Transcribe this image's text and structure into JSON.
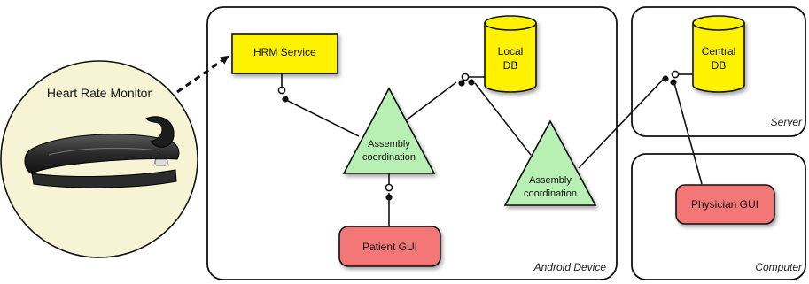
{
  "containers": {
    "android": {
      "label": "Android Device"
    },
    "server": {
      "label": "Server"
    },
    "computer": {
      "label": "Computer"
    }
  },
  "device": {
    "label": "Heart Rate Monitor"
  },
  "components": {
    "hrm_service": {
      "label": "HRM Service",
      "fill": "#FFF200"
    },
    "local_db": {
      "line1": "Local",
      "line2": "DB",
      "fill": "#FFF200"
    },
    "central_db": {
      "line1": "Central",
      "line2": "DB",
      "fill": "#FFF200"
    },
    "assembly_1": {
      "line1": "Assembly",
      "line2": "coordination",
      "fill": "#B8EFB2"
    },
    "assembly_2": {
      "line1": "Assembly",
      "line2": "coordination",
      "fill": "#B8EFB2"
    },
    "patient_gui": {
      "label": "Patient GUI",
      "fill": "#F47777"
    },
    "physician_gui": {
      "label": "Physician GUI",
      "fill": "#F47777"
    }
  }
}
